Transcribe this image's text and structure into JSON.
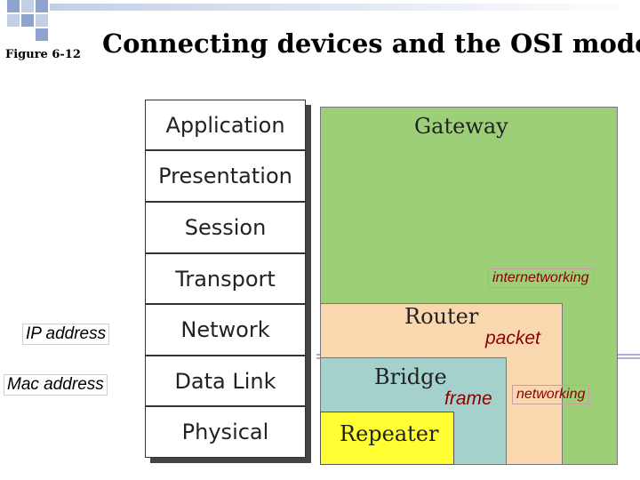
{
  "figure_label": "Figure 6-12",
  "title": "Connecting devices and the OSI model",
  "osi_layers": [
    "Application",
    "Presentation",
    "Session",
    "Transport",
    "Network",
    "Data Link",
    "Physical"
  ],
  "devices": {
    "gateway": "Gateway",
    "router": "Router",
    "bridge": "Bridge",
    "repeater": "Repeater"
  },
  "annotations": {
    "ip_address": "IP address",
    "mac_address": "Mac address",
    "internetworking": "internetworking",
    "packet": "packet",
    "frame": "frame",
    "networking": "networking"
  },
  "colors": {
    "gateway": "#9ccf77",
    "router": "#f9d8b0",
    "bridge": "#a4d1cc",
    "repeater": "#ffff33",
    "label_red": "#8b0000",
    "deco_squares": [
      "#c3cfe6",
      "#8fa3cf"
    ]
  }
}
